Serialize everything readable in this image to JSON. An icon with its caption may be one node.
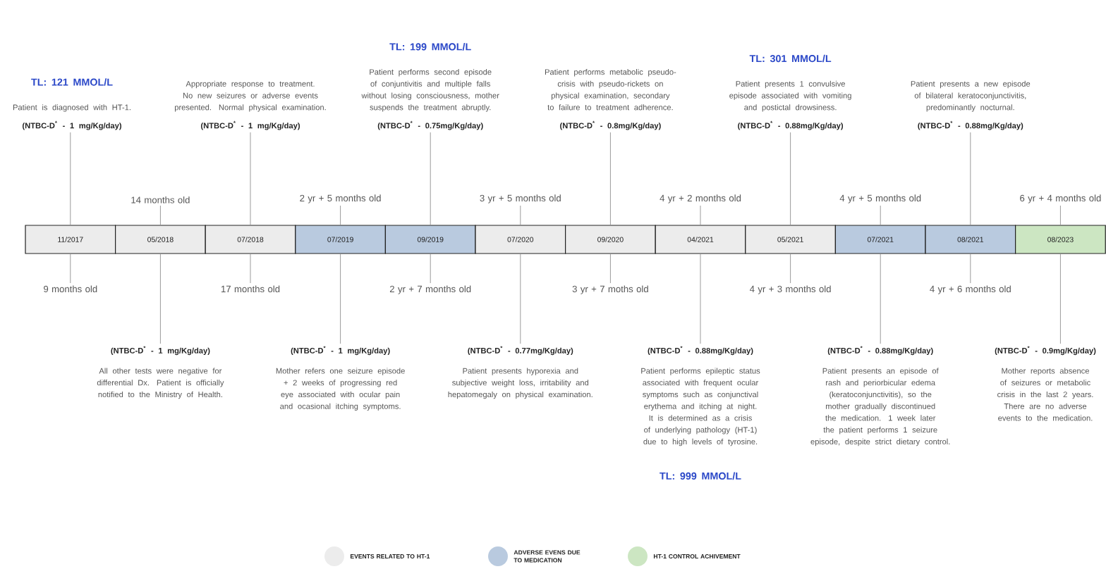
{
  "diagram": {
    "nodes": [
      {
        "text": [
          "11/2017"
        ]
      },
      {
        "text": [
          "05/2018"
        ]
      },
      {
        "text": [
          "07/2018"
        ]
      },
      {
        "text": [
          "07/2019"
        ]
      },
      {
        "text": [
          "09/2019"
        ]
      },
      {
        "text": [
          "07/2020"
        ]
      },
      {
        "text": [
          "09/2020"
        ]
      },
      {
        "text": [
          "04/2021"
        ]
      },
      {
        "text": [
          "05/2021"
        ]
      },
      {
        "text": [
          "07/2021"
        ]
      },
      {
        "text": [
          "08/2021"
        ]
      },
      {
        "text": [
          "08/2023"
        ]
      },
      {
        "text": [
          "TL: 121 MMOL/L",
          "Patient is diagnosed with HT-1.",
          "(NTBC-D$^{*}$ - 1 mg/Kg/day)"
        ]
      },
      {
        "text": [
          "(NTBC-D$^{*}$ - 1 mg/Kg/day)",
          "All other tests were negative for differential Dx. Patient is officially notified to the Ministry of Health."
        ]
      },
      {
        "text": [
          "Appropriate response to treatment. No new seizures or adverse events presented. Normal physical examination.",
          "(NTBC-D$^{*}$ - 1 mg/Kg/day)"
        ]
      },
      {
        "text": [
          "(NTBC-D$^{*}$ - 1 mg/Kg/day)",
          "Mother refers one seizure episode + 2 weeks of progressing red eye associated with ocular pain and ocasional itching symptoms."
        ]
      },
      {
        "text": [
          "TL: 199 MMOL/L",
          "Patient performs second episode of conjuntivitis and multiple falls without losing consciousness, mother suspends the treatment abruptly.",
          "(NTBC-D$^{*}$ - 0.75mg/Kg/day)"
        ]
      },
      {
        "text": [
          "(NTBC-D$^{*}$ - 0.77mg/Kg/day)",
          "Patient presents hyporexia and subjective weight loss, irritability and hepatomegaly on physical examination."
        ]
      },
      {
        "text": [
          "Patient performs metabolic pseudo-crisis with pseudo-rickets on physical examination, secondary to failure to treatment adherence.",
          "(NTBC-D$^{*}$ - 0.8mg/Kg/day)"
        ]
      },
      {
        "text": [
          "(NTBC-D$^{*}$ - 0.88mg/Kg/day)",
          "Patient performs epileptic status associated with frequent ocular symptoms such as conjunctival erythema and itching at night. It is determined as a crisis of underlying pathology (HT-1) due to high levels of tyrosine.",
          "TL: 999 MMOL/L"
        ]
      },
      {
        "text": [
          "TL: 301 MMOL/L",
          "Patient presents 1 convulsive episode associated with vomiting and postictal drowsiness.",
          "(NTBC-D$^{*}$ - 0.88mg/Kg/day)"
        ]
      },
      {
        "text": [
          "(NTBC-D$^{*}$ - 0.88mg/Kg/day)",
          "Patient presents an episode of rash and periorbicular edema (keratoconjunctivitis), so the mother gradually discontinued the medication. 1 week later the patient performs 1 seizure episode, despite strict dietary control."
        ]
      },
      {
        "text": [
          "Patient presents a new episode of bilateral keratoconjunctivitis, predominantly nocturnal.",
          "(NTBC-D$^{*}$ - 0.88mg/Kg/day)"
        ]
      },
      {
        "text": [
          "(NTBC-D$^{*}$ - 0.9mg/Kg/day)",
          "Mother reports absence of seizures or metabolic crisis in the last 2 years. There are no adverse events to the medication."
        ]
      },
      {
        "text": [
          "9 months old"
        ]
      },
      {
        "text": [
          "14 months old"
        ]
      },
      {
        "text": [
          "17 months old"
        ]
      },
      {
        "text": [
          "2 yr + 5 months old"
        ]
      },
      {
        "text": [
          "2 yr + 7 months old"
        ]
      },
      {
        "text": [
          "3 yr + 5 months old"
        ]
      },
      {
        "text": [
          "3 yr + 7 moths old"
        ]
      },
      {
        "text": [
          "4 yr + 2 months old"
        ]
      },
      {
        "text": [
          "4 yr + 3 months old"
        ]
      },
      {
        "text": [
          "4 yr + 5 months old"
        ]
      },
      {
        "text": [
          "4 yr + 6 months old"
        ]
      },
      {
        "text": [
          "6 yr + 4 months old"
        ]
      }
    ],
    "edges": [
      {
        "from": 12,
        "to": 0,
        "arrow": "none"
      },
      {
        "from": 13,
        "to": 1,
        "arrow": "none"
      },
      {
        "from": 14,
        "to": 2,
        "arrow": "none"
      },
      {
        "from": 15,
        "to": 3,
        "arrow": "none"
      },
      {
        "from": 16,
        "to": 4,
        "arrow": "none"
      },
      {
        "from": 17,
        "to": 5,
        "arrow": "none"
      },
      {
        "from": 18,
        "to": 6,
        "arrow": "none"
      },
      {
        "from": 19,
        "to": 7,
        "arrow": "none"
      },
      {
        "from": 20,
        "to": 8,
        "arrow": "none"
      },
      {
        "from": 21,
        "to": 9,
        "arrow": "none"
      },
      {
        "from": 22,
        "to": 10,
        "arrow": "none"
      },
      {
        "from": 23,
        "to": 11,
        "arrow": "none"
      },
      {
        "from": 24,
        "to": 0,
        "arrow": "none"
      },
      {
        "from": 25,
        "to": 1,
        "arrow": "none"
      },
      {
        "from": 26,
        "to": 2,
        "arrow": "none"
      },
      {
        "from": 27,
        "to": 3,
        "arrow": "none"
      },
      {
        "from": 28,
        "to": 4,
        "arrow": "none"
      },
      {
        "from": 29,
        "to": 5,
        "arrow": "none"
      },
      {
        "from": 30,
        "to": 6,
        "arrow": "none"
      },
      {
        "from": 31,
        "to": 7,
        "arrow": "none"
      },
      {
        "from": 32,
        "to": 8,
        "arrow": "none"
      },
      {
        "from": 33,
        "to": 9,
        "arrow": "none"
      },
      {
        "from": 34,
        "to": 10,
        "arrow": "none"
      },
      {
        "from": 35,
        "to": 11,
        "arrow": "none"
      }
    ],
    "legend": [
      {
        "text": "EVENTS RELATED TO HT-1",
        "color": "#ececec"
      },
      {
        "text": "ADVERSE EVENS DUE TO MEDICATION",
        "color": "#b9cadf"
      },
      {
        "text": "HT-1 CONTROL ACHIVEMENT",
        "color": "#cce6c2"
      }
    ]
  }
}
